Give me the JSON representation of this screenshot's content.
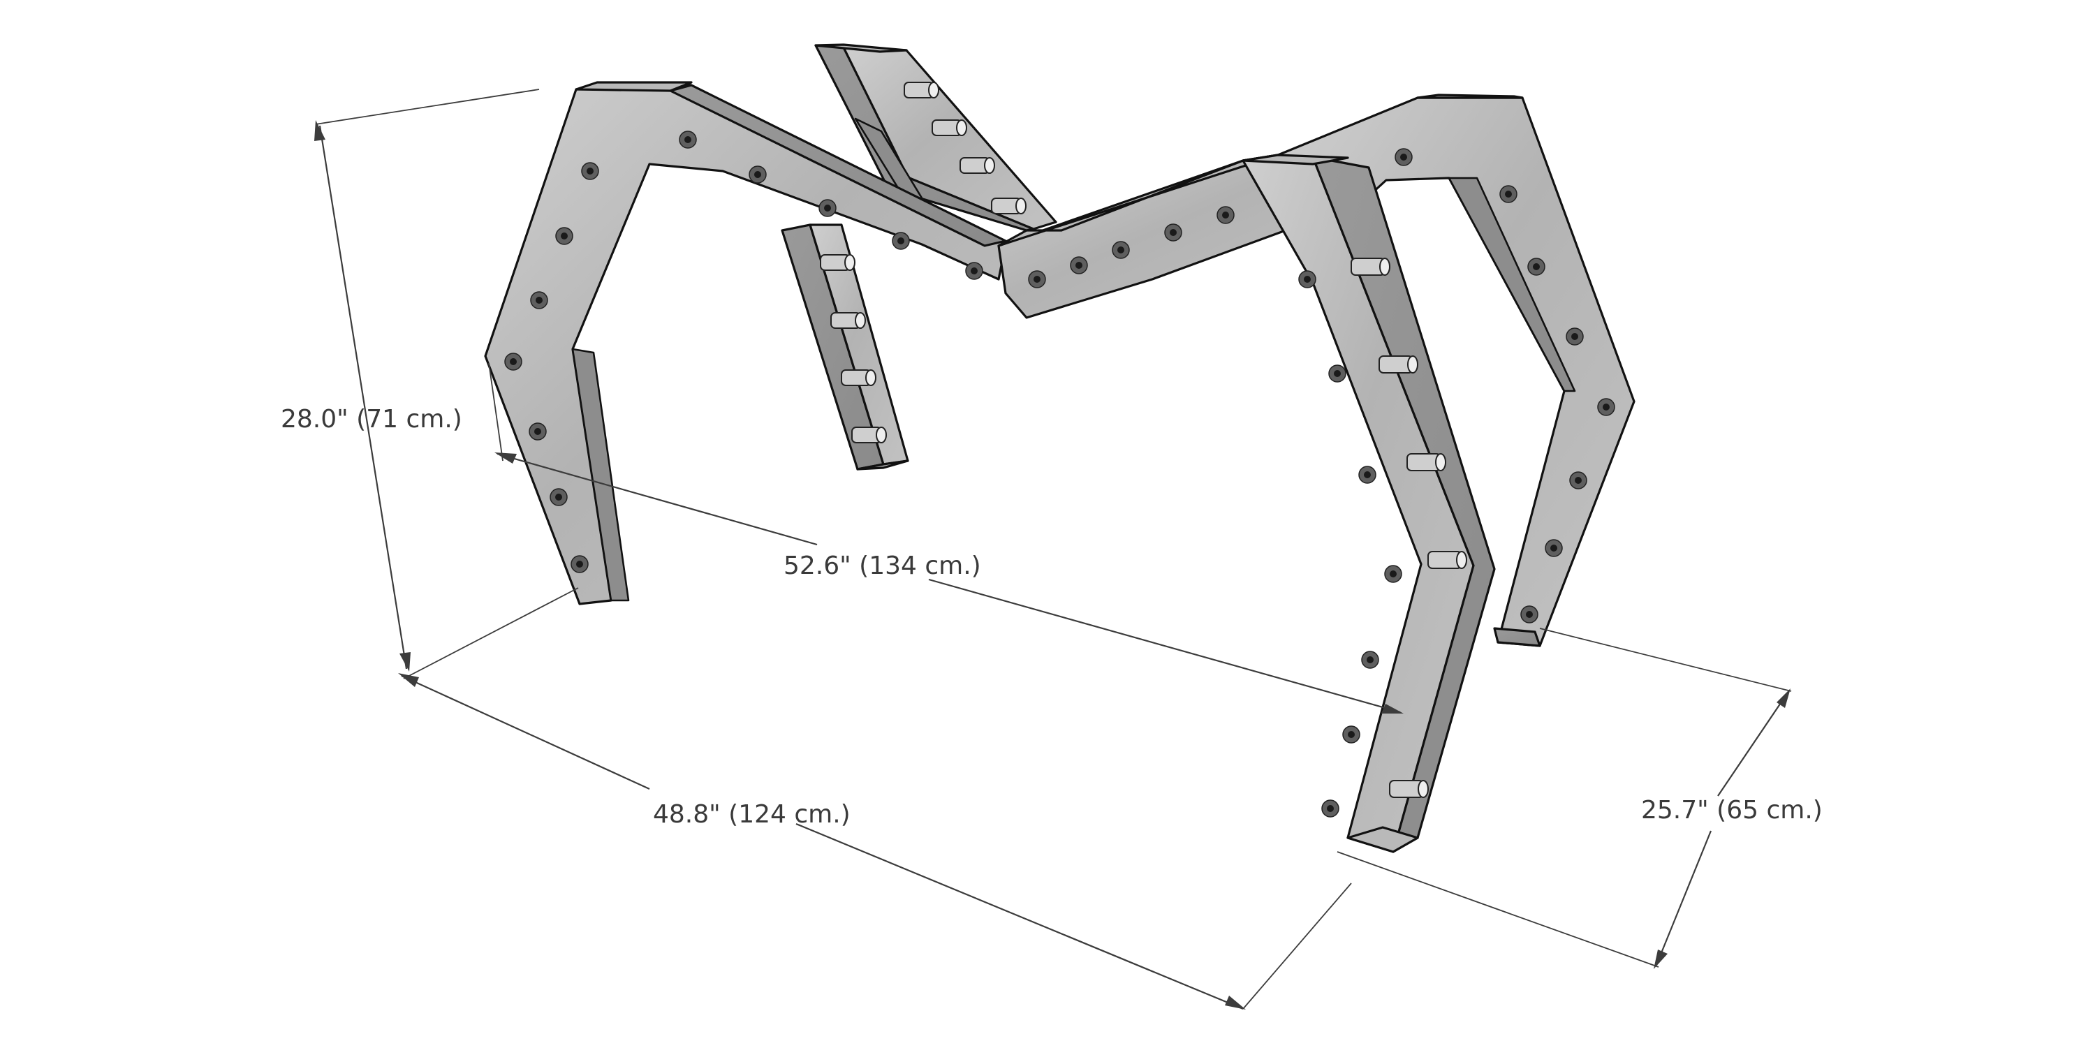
{
  "diagram": {
    "dimensions": {
      "height": "28.0\" (71 cm.)",
      "inner_span": "52.6\" (134 cm.)",
      "length": "48.8\" (124 cm.)",
      "depth": "25.7\" (65 cm.)"
    },
    "colors": {
      "steel_light": "#c4c4c4",
      "steel_mid": "#a8a8a8",
      "steel_dark": "#8a8a8a",
      "outline": "#111111",
      "dimension_line": "#3c3c3c"
    }
  }
}
